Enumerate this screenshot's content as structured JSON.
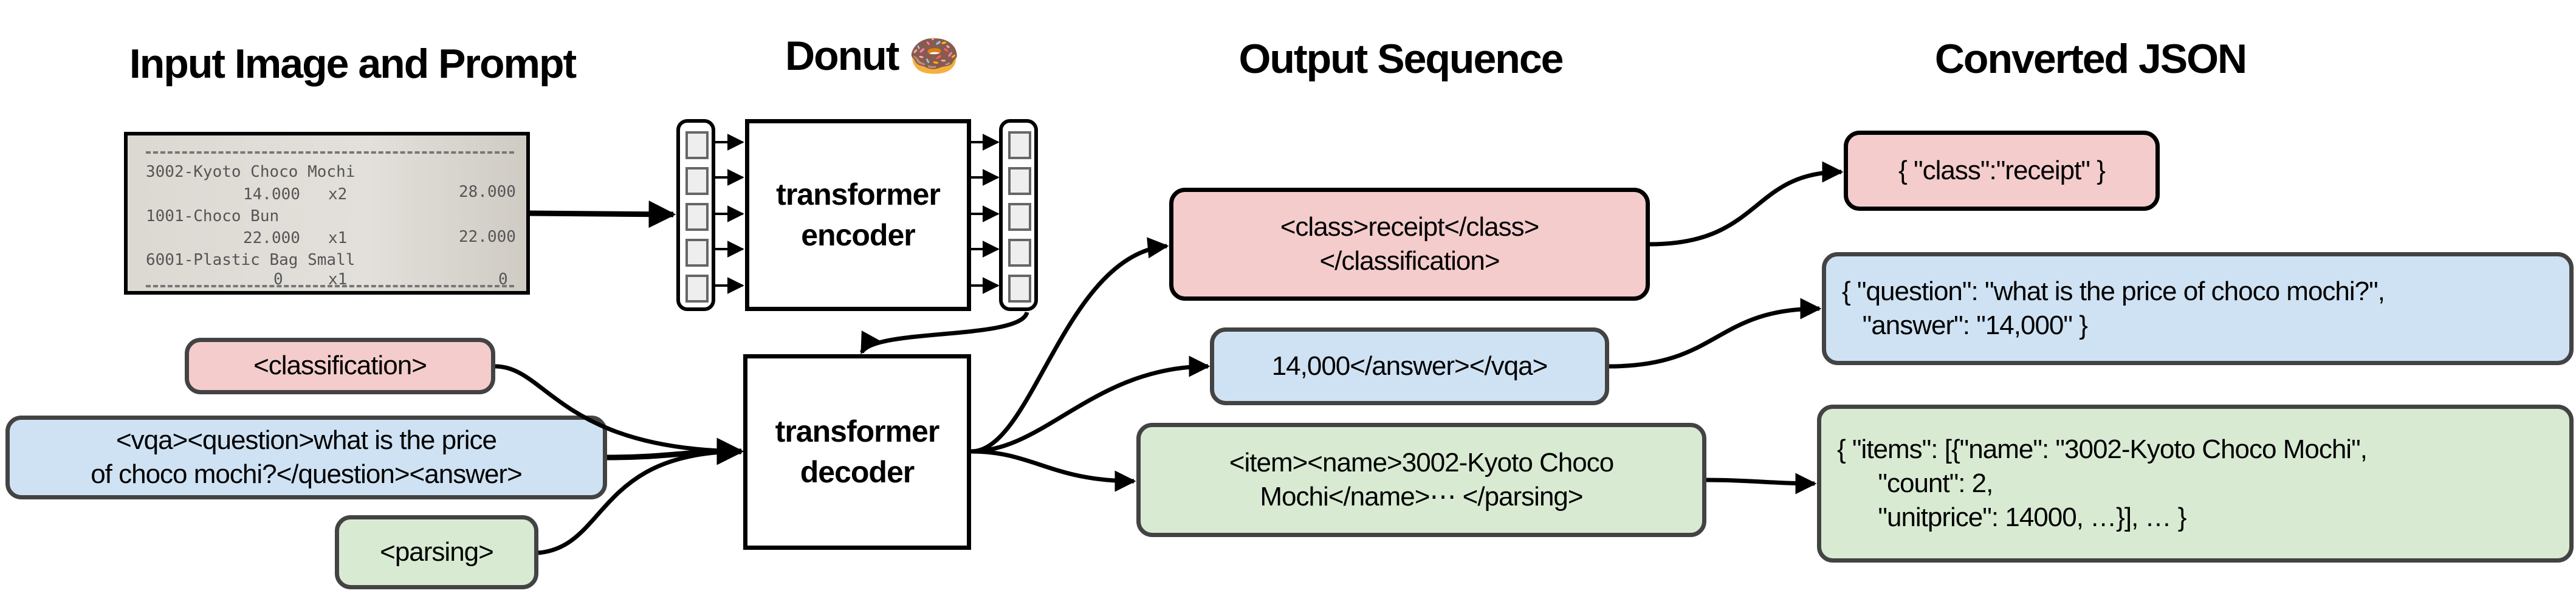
{
  "headers": {
    "input": "Input Image and Prompt",
    "model": "Donut",
    "model_icon": "🍩",
    "output": "Output Sequence",
    "json": "Converted JSON"
  },
  "receipt": {
    "lines": [
      "3002-Kyoto Choco Mochi",
      "14.000",
      "x2",
      "28.000",
      "1001-Choco Bun",
      "22.000",
      "x1",
      "22.000",
      "6001-Plastic Bag Small",
      "0",
      "x1",
      "0"
    ]
  },
  "model": {
    "encoder": "transformer\nencoder",
    "decoder": "transformer\ndecoder"
  },
  "prompts": {
    "classification": "<classification>",
    "vqa": "<vqa><question>what is the price\nof choco mochi?</question><answer>",
    "parsing": "<parsing>"
  },
  "outputs": {
    "classification": "<class>receipt</class>\n</classification>",
    "vqa": "14,000</answer></vqa>",
    "parsing": "<item><name>3002-Kyoto Choco\nMochi</name>⋯ </parsing>"
  },
  "json_outputs": {
    "classification": "{ \"class\":\"receipt\" }",
    "vqa": "{ \"question\": \"what is the price of choco mochi?\",\n   \"answer\": \"14,000\" }",
    "parsing": "{ \"items\": [{\"name\": \"3002-Kyoto Choco Mochi\",\n      \"count\": 2,\n      \"unitprice\": 14000, …}], … }"
  },
  "colors": {
    "classification": "#f4cccc",
    "vqa": "#cfe2f3",
    "parsing": "#d9ead3",
    "border": "#434343"
  }
}
